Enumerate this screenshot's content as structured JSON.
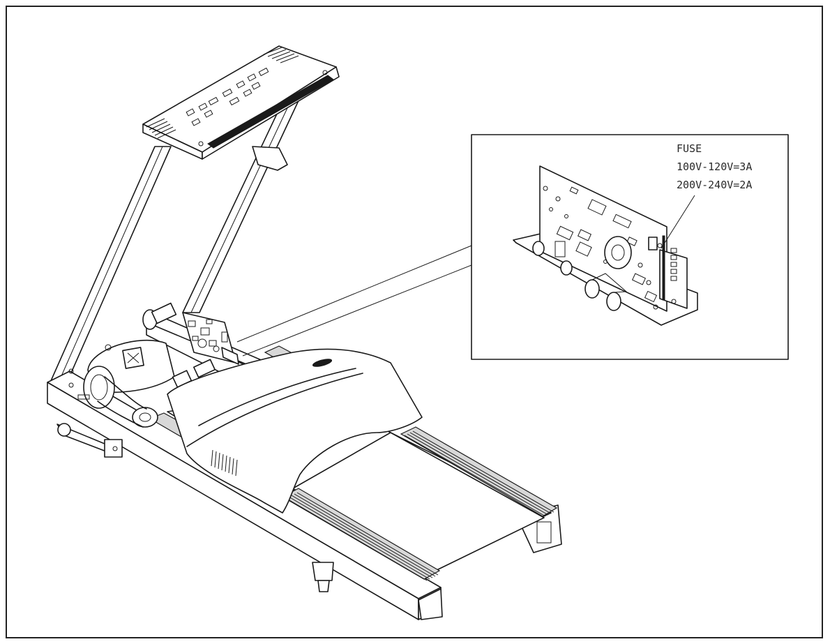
{
  "figure": {
    "type": "exploded-view illustration",
    "subject": "treadmill with hood removed showing control board",
    "callout": {
      "title": "FUSE",
      "line1": "100V-120V=3A",
      "line2": "200V-240V=2A"
    }
  },
  "colors": {
    "ink": "#1a1a1a",
    "paper": "#ffffff"
  }
}
